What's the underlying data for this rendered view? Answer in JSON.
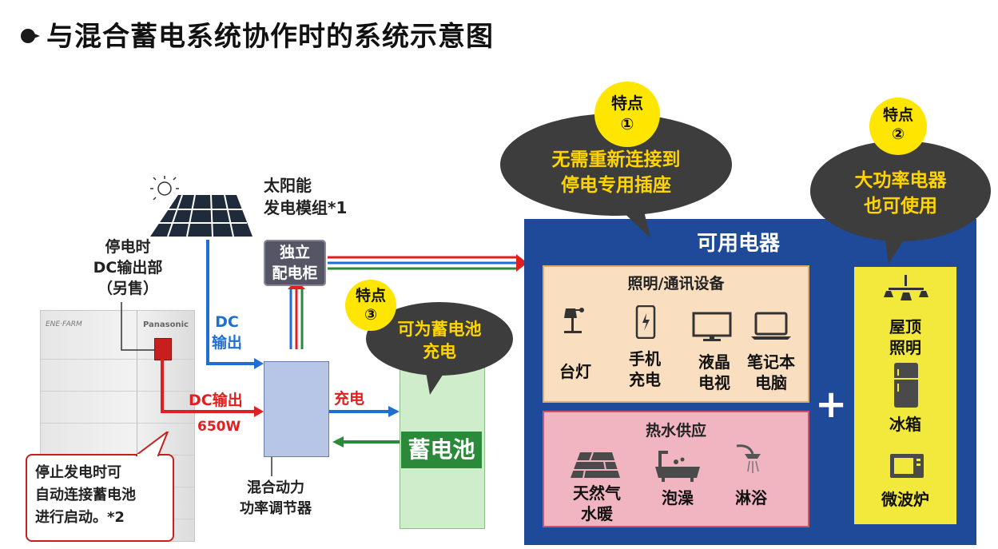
{
  "title": "与混合蓄电系统协作时的系统示意图",
  "solar": {
    "label_line1": "太阳能",
    "label_line2": "发电模组*1"
  },
  "outage_dc": {
    "line1": "停电时",
    "line2": "DC输出部",
    "line3": "（另售）"
  },
  "battery_unit": {
    "brand_left": "ENE·FARM",
    "brand_right": "Panasonic"
  },
  "note": {
    "line1": "停止发电时可",
    "line2": "自动连接蓄电池",
    "line3": "进行启动。*2"
  },
  "dc_output_top": {
    "line1": "DC",
    "line2": "输出"
  },
  "dc_output_left": {
    "label": "DC输出",
    "power": "650W"
  },
  "distribution": {
    "line1": "独立",
    "line2": "配电柜"
  },
  "pcs": {
    "line1": "混合动力",
    "line2": "功率调节器"
  },
  "charge_label": "充电",
  "battery": {
    "label": "蓄电池"
  },
  "feature1": {
    "badge_line1": "特点",
    "badge_line2": "①",
    "text_line1": "无需重新连接到",
    "text_line2": "停电专用插座"
  },
  "feature2": {
    "badge_line1": "特点",
    "badge_line2": "②",
    "text_line1": "大功率电器",
    "text_line2": "也可使用"
  },
  "feature3": {
    "badge_line1": "特点",
    "badge_line2": "③",
    "text_line1": "可为蓄电池",
    "text_line2": "充电"
  },
  "appliances": {
    "title": "可用电器",
    "lighting_group": {
      "title": "照明/通讯设备",
      "items": [
        {
          "line1": "台灯",
          "line2": "",
          "icon": "desk-lamp-icon"
        },
        {
          "line1": "手机",
          "line2": "充电",
          "icon": "phone-icon"
        },
        {
          "line1": "液晶",
          "line2": "电视",
          "icon": "tv-icon"
        },
        {
          "line1": "笔记本",
          "line2": "电脑",
          "icon": "laptop-icon"
        }
      ]
    },
    "hotwater_group": {
      "title": "热水供应",
      "items": [
        {
          "line1": "天然气",
          "line2": "水暖",
          "icon": "floor-heating-icon"
        },
        {
          "line1": "泡澡",
          "line2": "",
          "icon": "bathtub-icon"
        },
        {
          "line1": "淋浴",
          "line2": "",
          "icon": "shower-icon"
        }
      ]
    },
    "plus": "+",
    "high_power_group": {
      "items": [
        {
          "line1": "屋顶",
          "line2": "照明",
          "icon": "chandelier-icon"
        },
        {
          "line1": "冰箱",
          "line2": "",
          "icon": "fridge-icon"
        },
        {
          "line1": "微波炉",
          "line2": "",
          "icon": "microwave-icon"
        }
      ]
    }
  },
  "colors": {
    "panel": "#1f4a9a",
    "lighting_bg": "#f9dfbf",
    "hotwater_bg": "#f1b5c1",
    "highpower_bg": "#f3e83c",
    "bubble": "#3d3d3d",
    "bubble_text": "#ffd400",
    "badge": "#ffe600",
    "battery_green": "#cfeccb",
    "pcs_blue": "#b7c5e6"
  }
}
